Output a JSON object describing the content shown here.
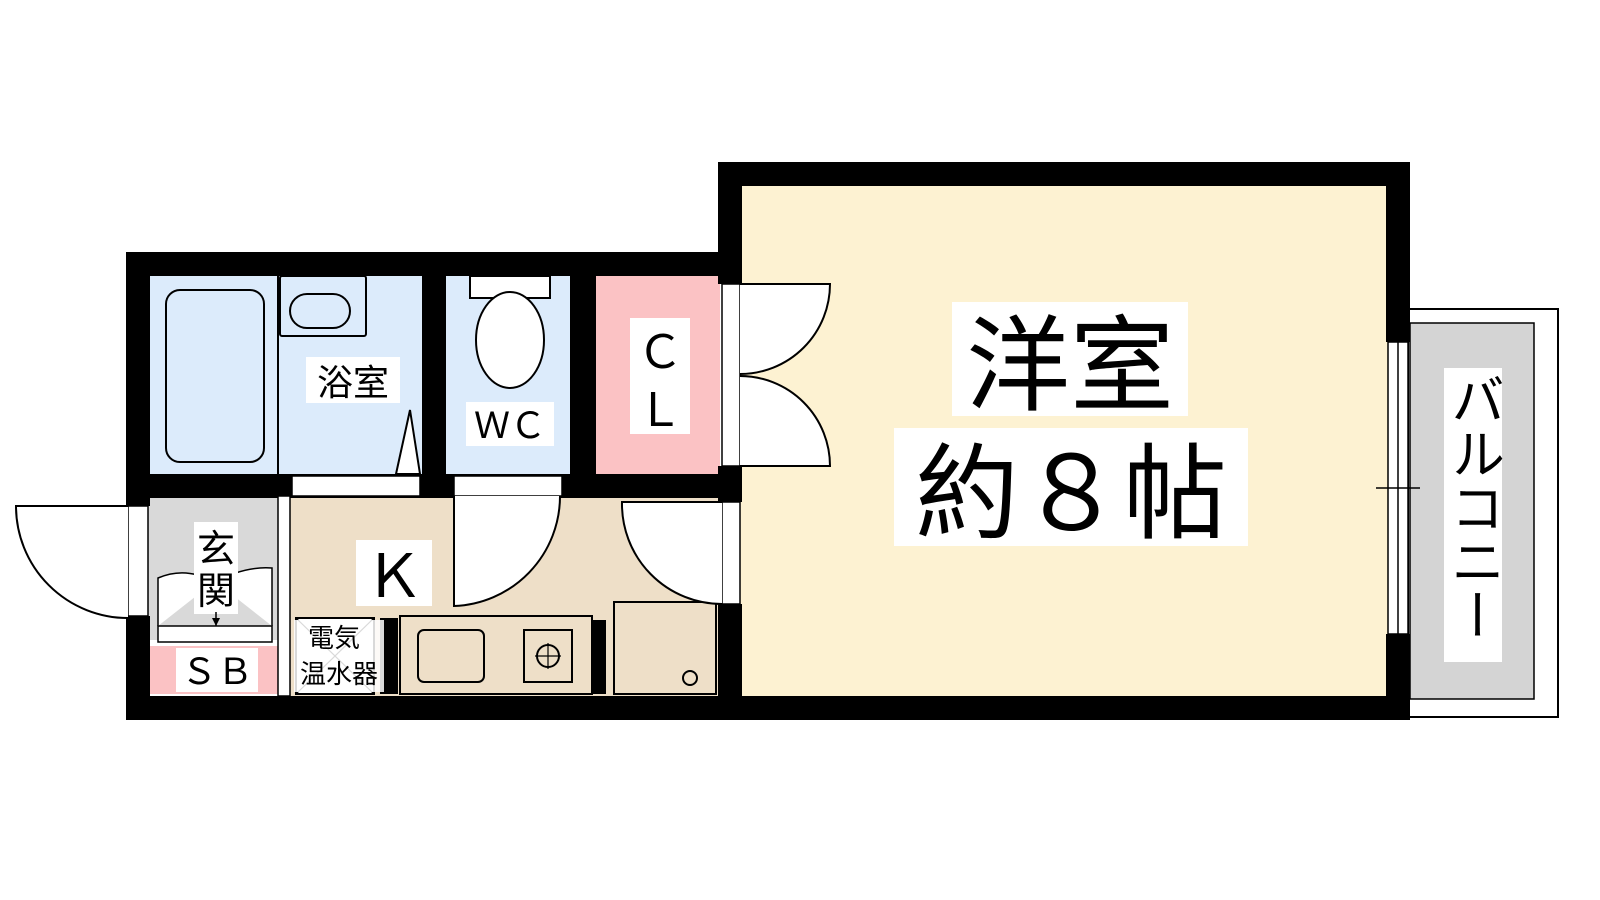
{
  "colors": {
    "wall": "#000000",
    "bath": "#dcebfb",
    "wc": "#dcebfb",
    "closet": "#fbc2c4",
    "western_room": "#fdf2d2",
    "kitchen": "#eedfc8",
    "entrance": "#d9d9d9",
    "shoe_box": "#fbc2c4",
    "balcony": "#d4d4d4",
    "label_bg": "#ffffff"
  },
  "rooms": {
    "bath": {
      "label": "浴室"
    },
    "wc": {
      "label": "ＷＣ"
    },
    "closet": {
      "line1": "Ｃ",
      "line2": "Ｌ"
    },
    "western_room": {
      "line1": "洋室",
      "line2": "約８帖"
    },
    "kitchen": {
      "label": "Ｋ"
    },
    "entrance": {
      "line1": "玄",
      "line2": "関"
    },
    "shoe_box": {
      "label": "ＳＢ"
    },
    "water_heater": {
      "line1": "電気",
      "line2": "温水器"
    },
    "balcony": {
      "label": "バルコニー"
    }
  }
}
